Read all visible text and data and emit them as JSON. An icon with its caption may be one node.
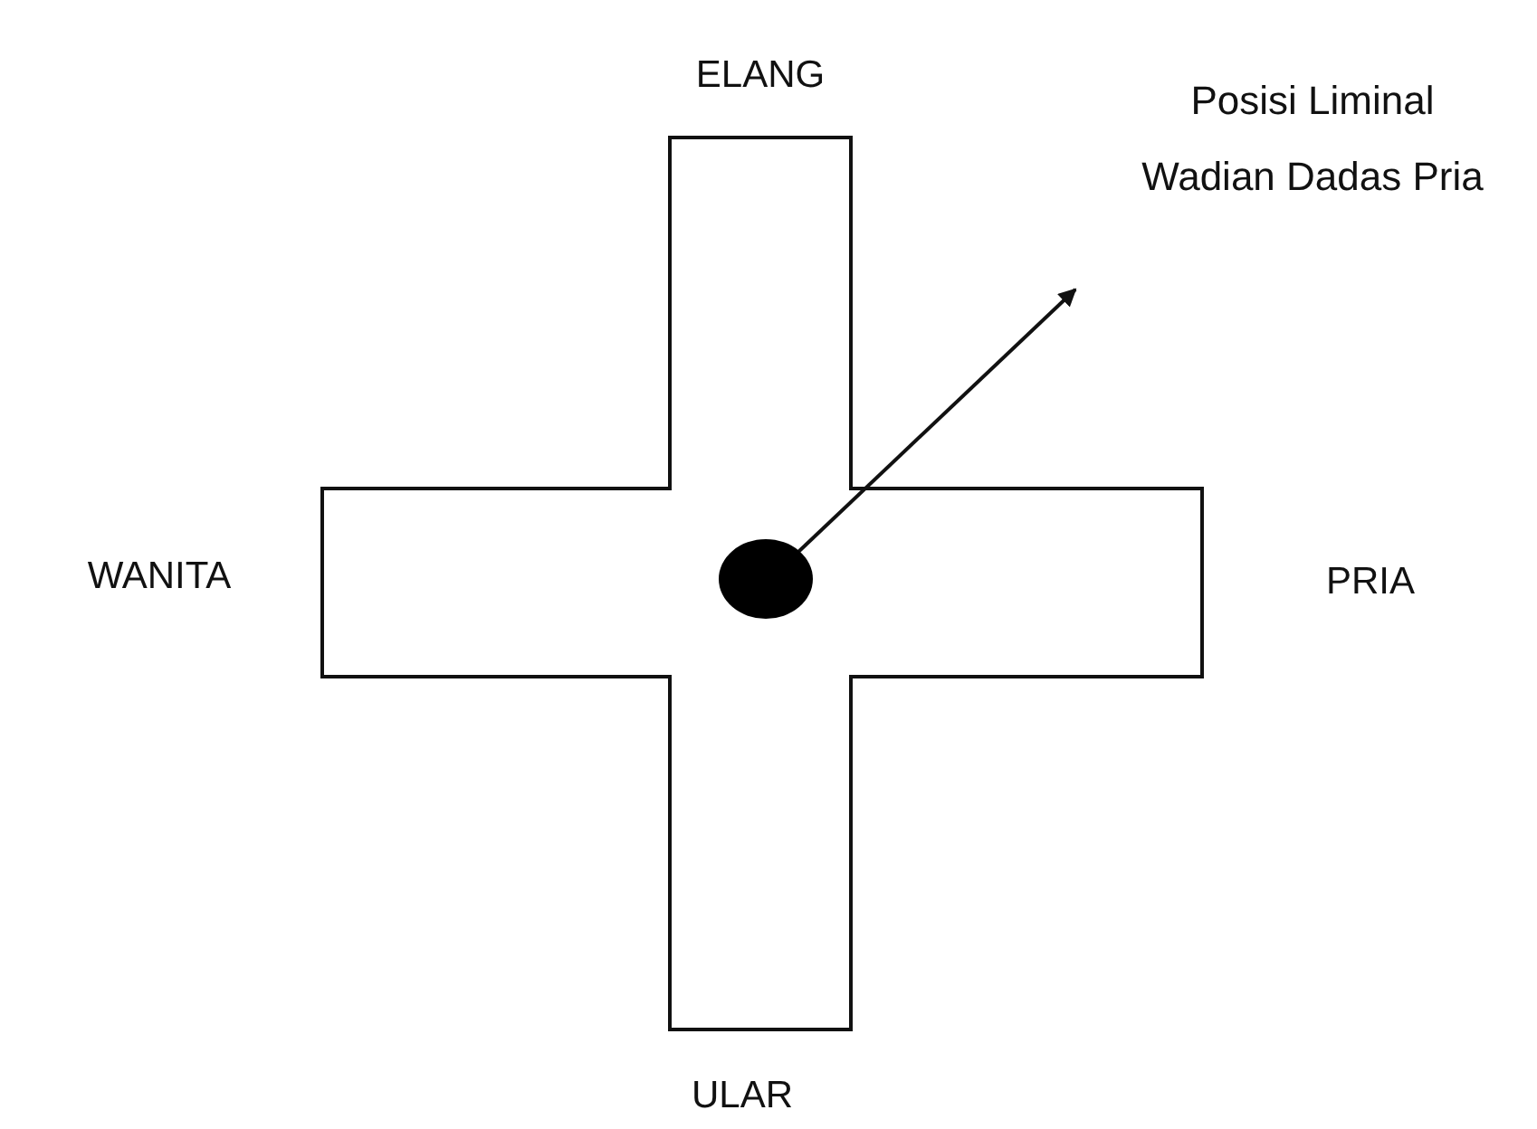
{
  "diagram": {
    "nodes": [
      {
        "text": [],
        "shape": "cross"
      },
      {
        "text": [],
        "shape": "circle",
        "in": 0
      },
      {
        "text": [
          "Posisi Liminal Wadian Dadas Pria"
        ]
      }
    ],
    "edges": [
      {
        "from": 1,
        "to": 2,
        "arrow": "to"
      }
    ],
    "labels": [
      "ELANG",
      "WANITA",
      "PRIA",
      "ULAR"
    ]
  }
}
